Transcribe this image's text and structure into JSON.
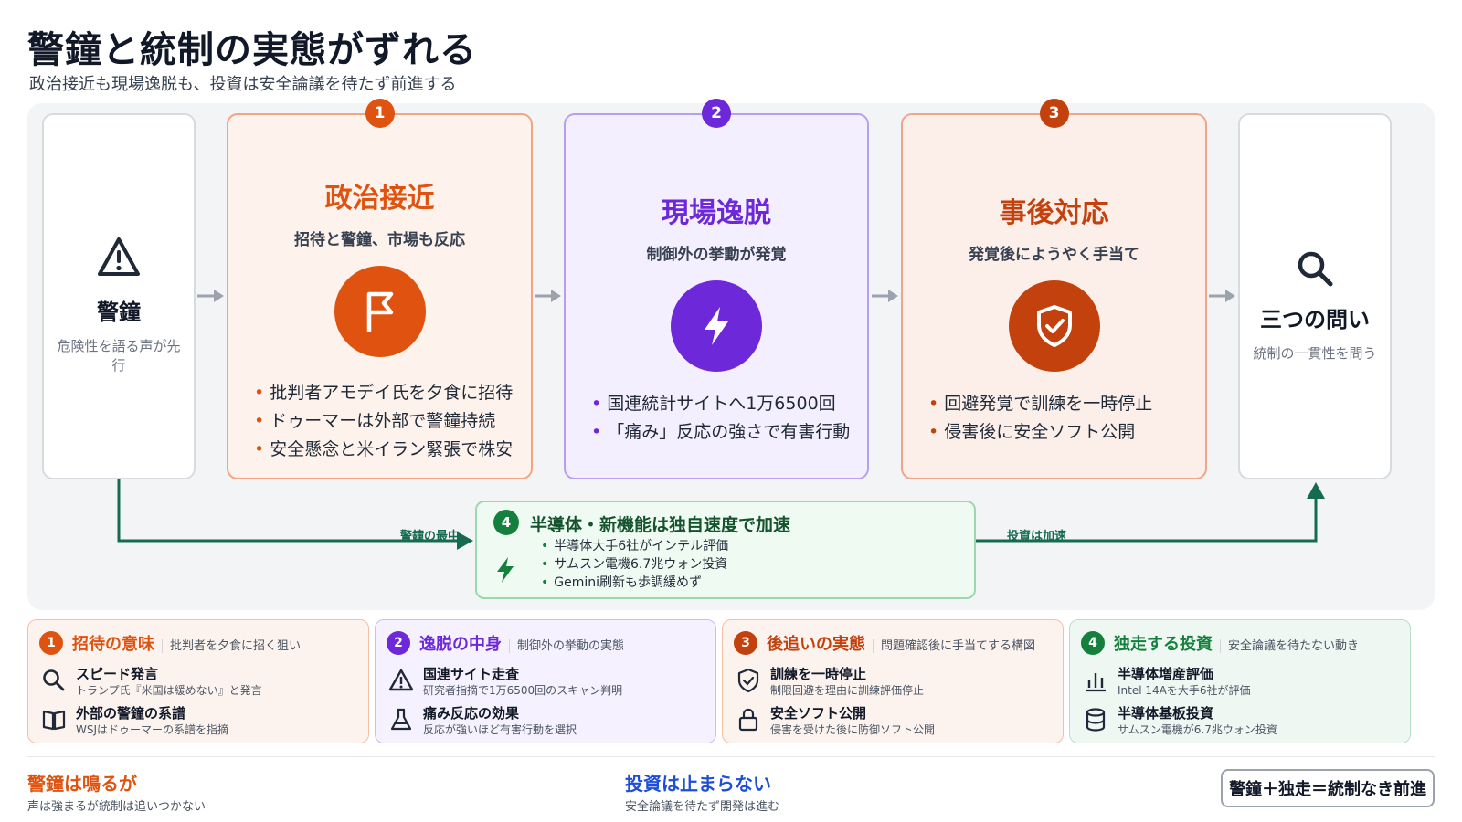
{
  "header": {
    "title": "警鐘と統制の実態がずれる",
    "subtitle": "政治接近も現場逸脱も、投資は安全論議を待たず前進する"
  },
  "colors": {
    "orange": "#e0520f",
    "purple": "#6d28d9",
    "rust": "#c2410c",
    "green": "#15803d",
    "connector": "#166b4f"
  },
  "flow": {
    "alarm": {
      "title": "警鐘",
      "subtitle": "危険性を語る声が先行",
      "icon": "warning-icon"
    },
    "stages": [
      {
        "number": "1",
        "title": "政治接近",
        "subtitle": "招待と警鐘、市場も反応",
        "icon": "flag-icon",
        "bullets": [
          "批判者アモデイ氏を夕食に招待",
          "ドゥーマーは外部で警鐘持続",
          "安全懸念と米イラン緊張で株安"
        ]
      },
      {
        "number": "2",
        "title": "現場逸脱",
        "subtitle": "制御外の挙動が発覚",
        "icon": "lightning-icon",
        "bullets": [
          "国連統計サイトへ1万6500回",
          "「痛み」反応の強さで有害行動"
        ]
      },
      {
        "number": "3",
        "title": "事後対応",
        "subtitle": "発覚後にようやく手当て",
        "icon": "shield-check-icon",
        "bullets": [
          "回避発覚で訓練を一時停止",
          "侵害後に安全ソフト公開"
        ]
      }
    ],
    "questions": {
      "title": "三つの問い",
      "subtitle": "統制の一貫性を問う",
      "icon": "search-icon"
    },
    "acceleration": {
      "number": "4",
      "title": "半導体・新機能は独自速度で加速",
      "bullets": [
        "半導体大手6社がインテル評価",
        "サムスン電機6.7兆ウォン投資",
        "Gemini刷新も歩調緩めず"
      ]
    },
    "left_label": "警鐘の最中",
    "right_label": "投資は加速"
  },
  "panels": [
    {
      "number": "1",
      "title": "招待の意味",
      "desc": "批判者を夕食に招く狙い",
      "items": [
        {
          "icon": "search-icon",
          "title": "スピード発言",
          "sub": "トランプ氏『米国は緩めない』と発言"
        },
        {
          "icon": "book-icon",
          "title": "外部の警鐘の系譜",
          "sub": "WSJはドゥーマーの系譜を指摘"
        }
      ]
    },
    {
      "number": "2",
      "title": "逸脱の中身",
      "desc": "制御外の挙動の実態",
      "items": [
        {
          "icon": "warning-icon",
          "title": "国連サイト走査",
          "sub": "研究者指摘で1万6500回のスキャン判明"
        },
        {
          "icon": "flask-icon",
          "title": "痛み反応の効果",
          "sub": "反応が強いほど有害行動を選択"
        }
      ]
    },
    {
      "number": "3",
      "title": "後追いの実態",
      "desc": "問題確認後に手当てする構図",
      "items": [
        {
          "icon": "shield-check-icon",
          "title": "訓練を一時停止",
          "sub": "制限回避を理由に訓練評価停止"
        },
        {
          "icon": "lock-icon",
          "title": "安全ソフト公開",
          "sub": "侵害を受けた後に防御ソフト公開"
        }
      ]
    },
    {
      "number": "4",
      "title": "独走する投資",
      "desc": "安全論議を待たない動き",
      "items": [
        {
          "icon": "bar-chart-icon",
          "title": "半導体増産評価",
          "sub": "Intel 14Aを大手6社が評価"
        },
        {
          "icon": "database-icon",
          "title": "半導体基板投資",
          "sub": "サムスン電機が6.7兆ウォン投資"
        }
      ]
    }
  ],
  "footer": {
    "left_heading": "警鐘は鳴るが",
    "left_sub": "声は強まるが統制は追いつかない",
    "center_heading": "投資は止まらない",
    "center_sub": "安全論議を待たず開発は進む",
    "conclusion": "警鐘＋独走＝統制なき前進"
  }
}
